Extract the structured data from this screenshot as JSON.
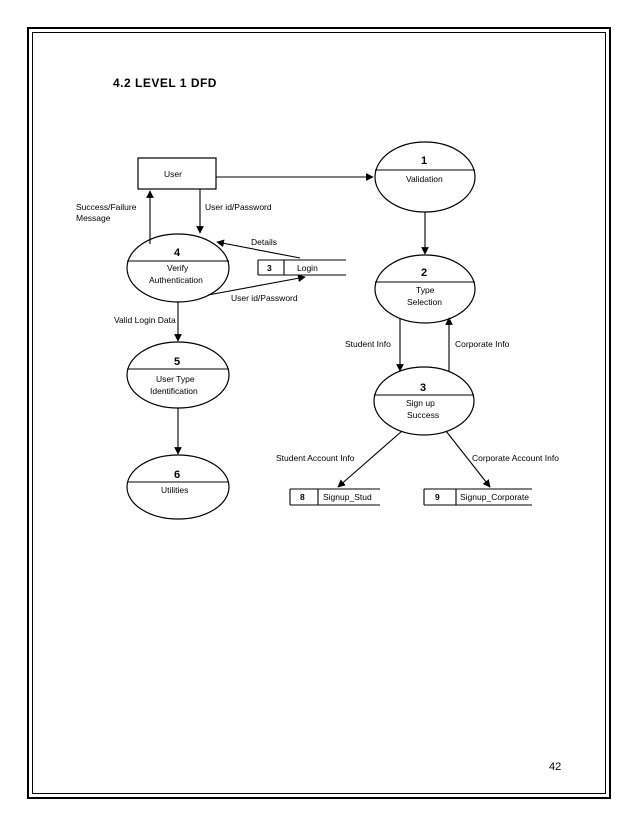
{
  "page": {
    "heading": "4.2  LEVEL 1 DFD",
    "page_number": "42"
  },
  "diagram": {
    "entities": {
      "user": "User"
    },
    "processes": {
      "p1": {
        "number": "1",
        "name": "Validation"
      },
      "p2": {
        "number": "2",
        "name_line1": "Type",
        "name_line2": "Selection"
      },
      "p3": {
        "number": "3",
        "name_line1": "Sign up",
        "name_line2": "Success"
      },
      "p4": {
        "number": "4",
        "name_line1": "Verify",
        "name_line2": "Authentication"
      },
      "p5": {
        "number": "5",
        "name_line1": "User Type",
        "name_line2": "Identification"
      },
      "p6": {
        "number": "6",
        "name": "Utilities"
      }
    },
    "stores": {
      "login": {
        "id": "3",
        "name": "Login"
      },
      "signup_stud": {
        "id": "8",
        "name": "Signup_Stud"
      },
      "signup_corporate": {
        "id": "9",
        "name": "Signup_Corporate"
      }
    },
    "flows": {
      "success_failure_line1": "Success/Failure",
      "success_failure_line2": "Message",
      "user_id_password_down": "User id/Password",
      "details": "Details",
      "user_id_password_store": "User id/Password",
      "valid_login_data": "Valid Login Data",
      "student_info": "Student Info",
      "corporate_info": "Corporate Info",
      "student_account_info": "Student Account Info",
      "corporate_account_info": "Corporate Account Info"
    }
  }
}
